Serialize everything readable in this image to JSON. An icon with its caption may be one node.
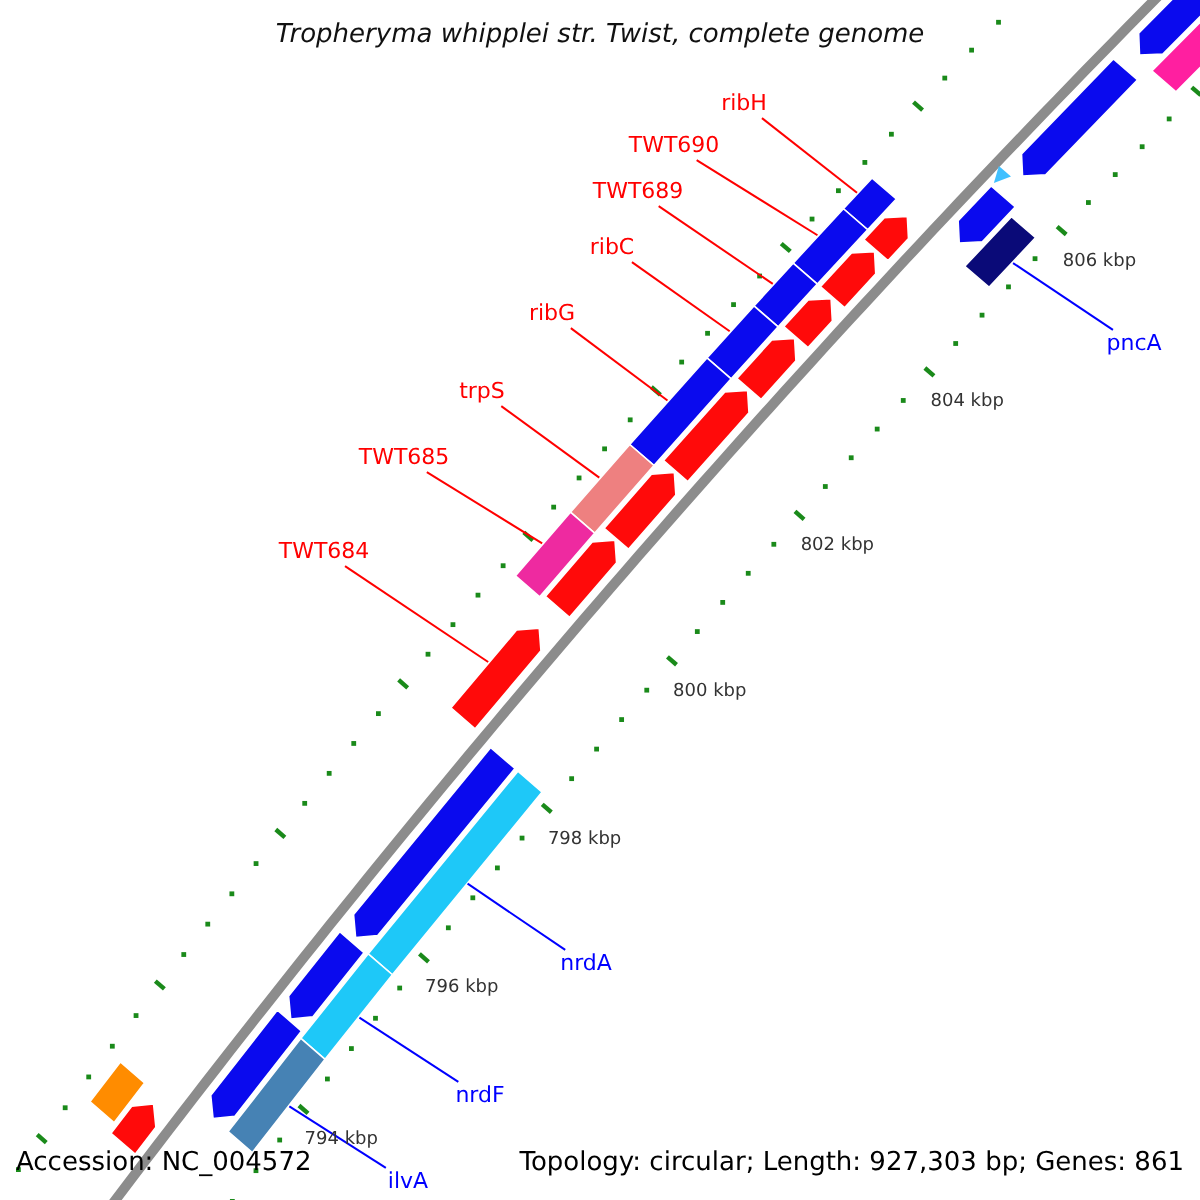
{
  "diagram": {
    "title": "Tropheryma whipplei str. Twist, complete genome",
    "nodes": [
      {
        "text": [
          "ribH"
        ]
      },
      {
        "text": [
          "TWT690"
        ]
      },
      {
        "text": [
          "TWT689"
        ]
      },
      {
        "text": [
          "ribC"
        ]
      },
      {
        "text": [
          "ribG"
        ]
      },
      {
        "text": [
          "trpS"
        ]
      },
      {
        "text": [
          "TWT685"
        ]
      },
      {
        "text": [
          "TWT684"
        ]
      },
      {
        "text": [
          "pncA"
        ]
      },
      {
        "text": [
          "nrdA"
        ]
      },
      {
        "text": [
          "nrdF"
        ]
      },
      {
        "text": [
          "ilvA"
        ]
      },
      {
        "text": [],
        "shape": "bar"
      },
      {
        "text": [],
        "shape": "bar"
      },
      {
        "text": [],
        "shape": "bar"
      },
      {
        "text": [],
        "shape": "bar"
      },
      {
        "text": [],
        "shape": "bar"
      },
      {
        "text": [],
        "shape": "bar"
      },
      {
        "text": [],
        "shape": "bar"
      },
      {
        "text": [],
        "shape": "bar"
      },
      {
        "text": [],
        "shape": "bar"
      },
      {
        "text": [],
        "shape": "bar"
      },
      {
        "text": [],
        "shape": "bar"
      },
      {
        "text": [],
        "shape": "bar"
      },
      {
        "text": [],
        "shape": "bar"
      },
      {
        "text": [],
        "shape": "bar"
      },
      {
        "text": [],
        "shape": "bar"
      },
      {
        "text": [],
        "shape": "bar"
      },
      {
        "text": [],
        "shape": "bar"
      },
      {
        "text": [],
        "shape": "bar"
      },
      {
        "text": [],
        "shape": "bar"
      },
      {
        "text": [],
        "shape": "bar"
      },
      {
        "text": [],
        "shape": "bar"
      },
      {
        "text": [],
        "shape": "bar"
      },
      {
        "text": [],
        "shape": "bar"
      },
      {
        "text": [],
        "shape": "bar"
      },
      {
        "text": [],
        "shape": "bar"
      },
      {
        "text": [],
        "shape": "bar"
      },
      {
        "text": [],
        "shape": "bar"
      },
      {
        "text": [],
        "shape": "bar"
      }
    ],
    "edges": [
      {
        "from": 0,
        "to": 12,
        "arrow": "none"
      },
      {
        "from": 1,
        "to": 13,
        "arrow": "none"
      },
      {
        "from": 2,
        "to": 14,
        "arrow": "none"
      },
      {
        "from": 3,
        "to": 15,
        "arrow": "none"
      },
      {
        "from": 4,
        "to": 16,
        "arrow": "none"
      },
      {
        "from": 5,
        "to": 17,
        "arrow": "none"
      },
      {
        "from": 6,
        "to": 18,
        "arrow": "none"
      },
      {
        "from": 7,
        "to": 19,
        "arrow": "none"
      },
      {
        "from": 8,
        "to": 20,
        "arrow": "none",
        "color": "#0000ff"
      },
      {
        "from": 9,
        "to": 21,
        "arrow": "none",
        "color": "#0000ff"
      },
      {
        "from": 10,
        "to": 22,
        "arrow": "none",
        "color": "#0000ff"
      },
      {
        "from": 11,
        "to": 23,
        "arrow": "none",
        "color": "#0000ff"
      }
    ],
    "labels": [
      "806 kbp",
      "804 kbp",
      "802 kbp",
      "800 kbp",
      "798 kbp",
      "796 kbp",
      "794 kbp",
      "Accession: NC_004572",
      "Topology: circular; Length: 927,303 bp; Genes: 861"
    ]
  }
}
